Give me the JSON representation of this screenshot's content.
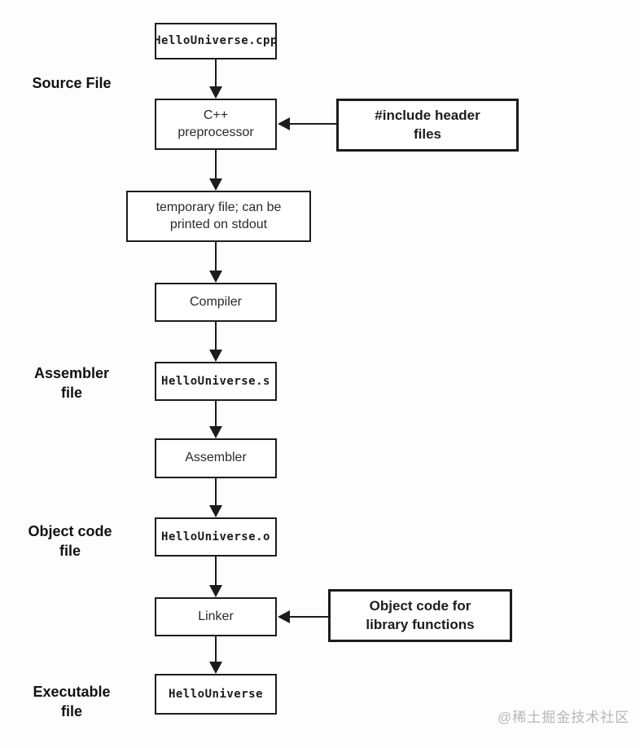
{
  "colors": {
    "background": "#fdfdfd",
    "line": "#1c1c1c",
    "box_background": "#ffffff",
    "watermark_gray": "#b9b7b7"
  },
  "labels": {
    "source_file": "Source File",
    "assembler_file": "Assembler\nfile",
    "object_code_file": "Object code\nfile",
    "executable_file": "Executable\nfile"
  },
  "nodes": {
    "source_cpp": "HelloUniverse.cpp",
    "preprocessor": "C++\npreprocessor",
    "include_headers": "#include header\nfiles",
    "temp_file": "temporary file; can be\nprinted on stdout",
    "compiler": "Compiler",
    "assembly_file": "HelloUniverse.s",
    "assembler": "Assembler",
    "object_file": "HelloUniverse.o",
    "linker": "Linker",
    "library_objects": "Object code for\nlibrary functions",
    "executable": "HelloUniverse"
  },
  "watermark": "@稀土掘金技术社区"
}
